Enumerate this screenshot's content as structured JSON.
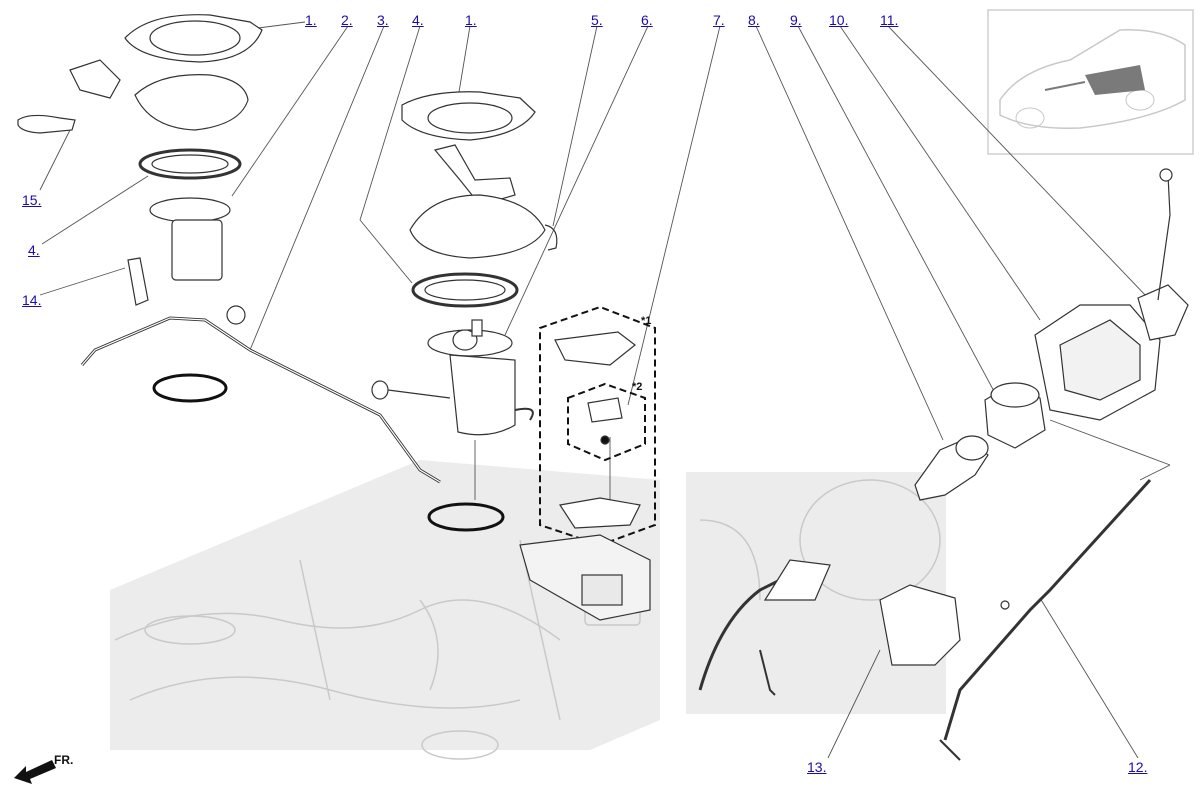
{
  "callouts": {
    "c1a": "1.",
    "c2": "2.",
    "c3": "3.",
    "c4a": "4.",
    "c1b": "1.",
    "c5": "5.",
    "c6": "6.",
    "c7": "7.",
    "c8": "8.",
    "c9": "9.",
    "c10": "10.",
    "c11": "11.",
    "c15": "15.",
    "c4b": "4.",
    "c14": "14.",
    "c13": "13.",
    "c12": "12."
  },
  "markers": {
    "star1": "*1",
    "star2": "*2"
  },
  "direction": "FR.",
  "colors": {
    "link": "#1a0dab",
    "leader": "#555555",
    "part_stroke": "#333333",
    "vehicle_bg": "#e8e8e8"
  }
}
